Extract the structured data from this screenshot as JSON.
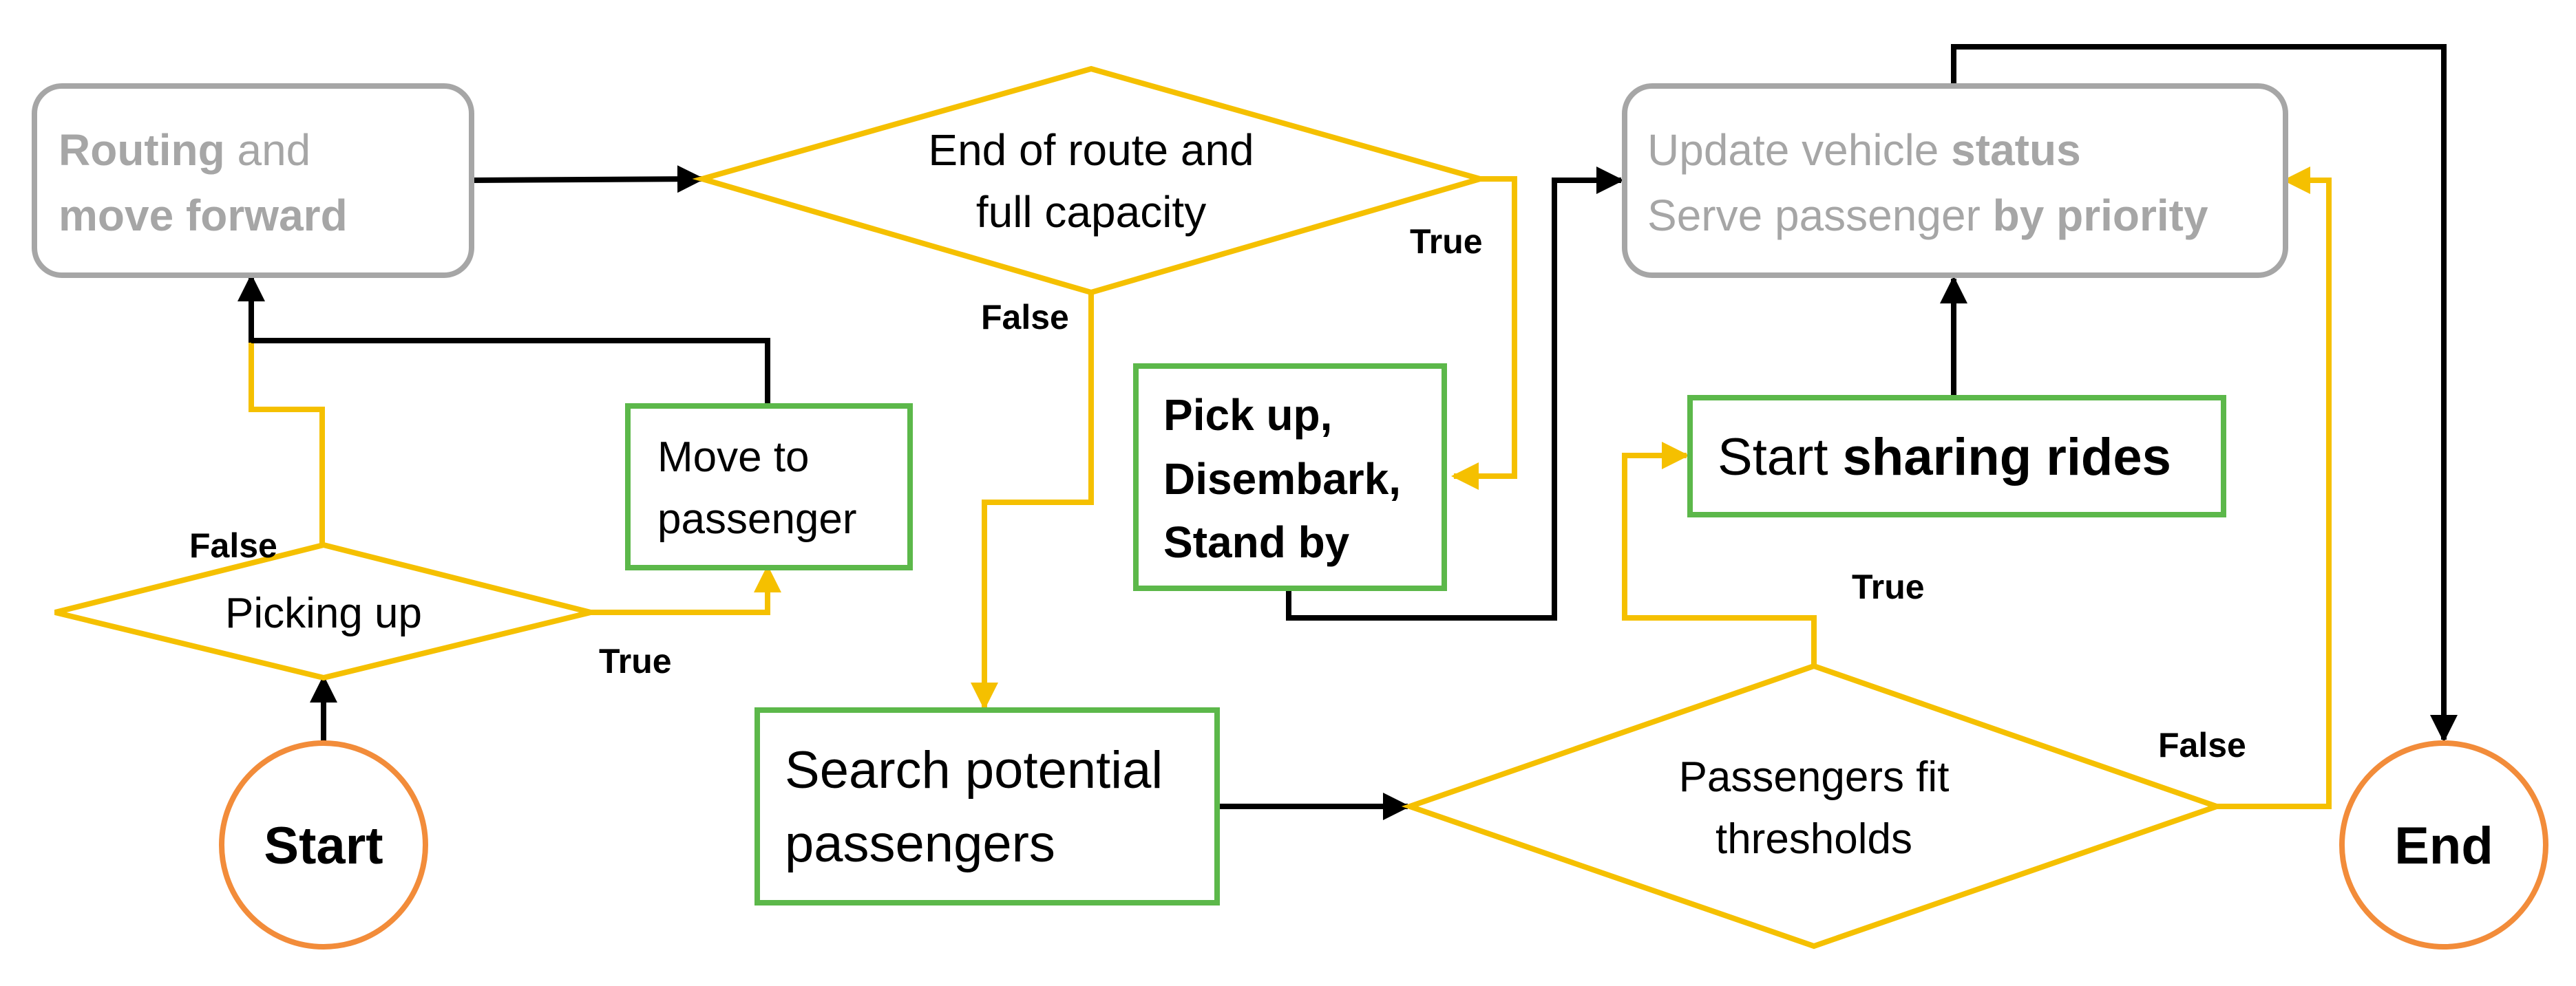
{
  "colors": {
    "yellow": "#f5c000",
    "green": "#5cb84a",
    "gray": "#a6a6a6",
    "orange": "#f28c3a",
    "black": "#000000"
  },
  "nodes": {
    "routing": {
      "line1_a": "Routing",
      "line1_b": " and",
      "line2": "move forward"
    },
    "end_route_decision": {
      "line1": "End of route and",
      "line2": "full capacity"
    },
    "update_status": {
      "line1_a": "Update vehicle ",
      "line1_b": "status",
      "line2_a": "Serve passenger ",
      "line2_b": "by priority"
    },
    "move_to_passenger": {
      "line1": "Move to",
      "line2": "passenger"
    },
    "pickup_action": {
      "line1": "Pick up,",
      "line2": "Disembark,",
      "line3": "Stand by"
    },
    "start_sharing": {
      "text_a": "Start ",
      "text_b": "sharing rides"
    },
    "picking_up_decision": {
      "text": "Picking up"
    },
    "search": {
      "line1": "Search potential",
      "line2": "passengers"
    },
    "fit_decision": {
      "line1": "Passengers fit",
      "line2": "thresholds"
    },
    "start": {
      "text": "Start"
    },
    "end": {
      "text": "End"
    }
  },
  "edge_labels": {
    "routing_true": "True",
    "routing_false": "False",
    "picking_false": "False",
    "picking_true": "True",
    "fit_true": "True",
    "fit_false": "False"
  }
}
